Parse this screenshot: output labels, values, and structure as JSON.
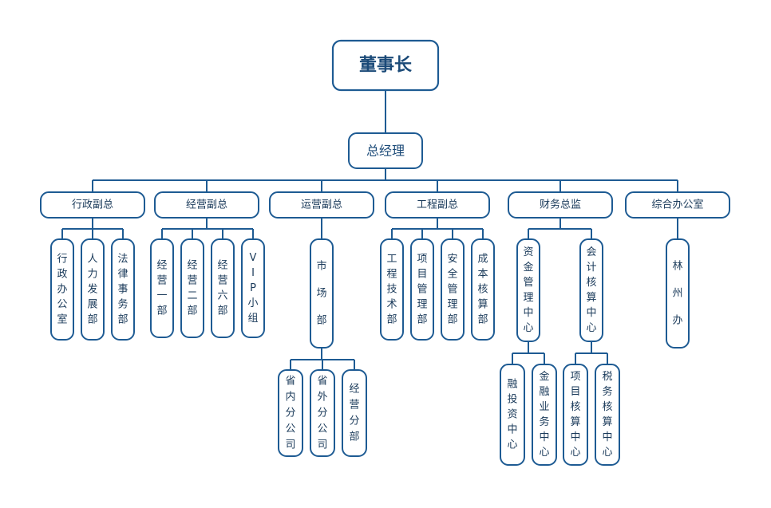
{
  "org": {
    "root": "董事长",
    "gm": "总经理",
    "vps": [
      "行政副总",
      "经营副总",
      "运营副总",
      "工程副总",
      "财务总监",
      "综合办公室"
    ],
    "departments": [
      [
        "行政办公室",
        "人力发展部",
        "法律事务部"
      ],
      [
        "经营一部",
        "经营二部",
        "经营六部",
        "VIP小组"
      ],
      [
        "市场部"
      ],
      [
        "工程技术部",
        "项目管理部",
        "安全管理部",
        "成本核算部"
      ],
      [
        "资金管理中心",
        "会计核算中心"
      ],
      [
        "林州办"
      ]
    ],
    "market_sub": [
      "省内分公司",
      "省外分公司",
      "经营分部"
    ],
    "finance_sub": [
      [
        "融投资中心",
        "金融业务中心"
      ],
      [
        "项目核算中心",
        "税务核算中心"
      ]
    ]
  }
}
